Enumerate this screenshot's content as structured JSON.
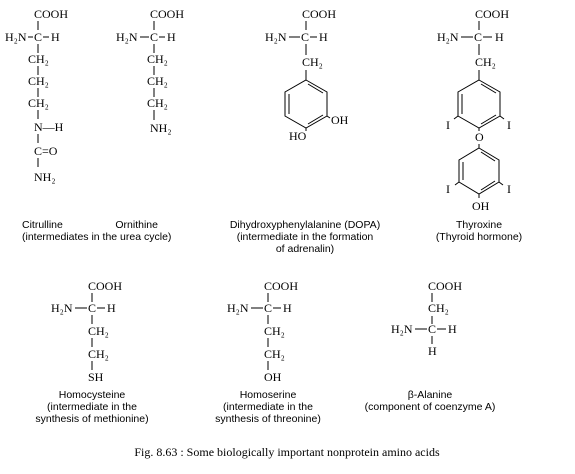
{
  "structures": {
    "citrulline": {
      "cooh": "COOH",
      "h2n": "H₂N",
      "c": "C",
      "h": "H",
      "ch2_a": "CH₂",
      "ch2_b": "CH₂",
      "ch2_c": "CH₂",
      "nh": "N—H",
      "co": "C=O",
      "nh2": "NH₂"
    },
    "ornithine": {
      "cooh": "COOH",
      "h2n": "H₂N",
      "c": "C",
      "h": "H",
      "ch2_a": "CH₂",
      "ch2_b": "CH₂",
      "ch2_c": "CH₂",
      "nh2": "NH₂"
    },
    "dopa": {
      "cooh": "COOH",
      "h2n": "H₂N",
      "c": "C",
      "h": "H",
      "ch2": "CH₂",
      "oh": "OH",
      "ho": "HO"
    },
    "thyroxine": {
      "cooh": "COOH",
      "h2n": "H₂N",
      "c": "C",
      "h": "H",
      "ch2": "CH₂",
      "i1": "I",
      "i2": "I",
      "o": "O",
      "i3": "I",
      "i4": "I",
      "oh": "OH"
    },
    "homocysteine": {
      "cooh": "COOH",
      "h2n": "H₂N",
      "c": "C",
      "h": "H",
      "ch2_a": "CH₂",
      "ch2_b": "CH₂",
      "sh": "SH"
    },
    "homoserine": {
      "cooh": "COOH",
      "h2n": "H₂N",
      "c": "C",
      "h": "H",
      "ch2_a": "CH₂",
      "ch2_b": "CH₂",
      "oh": "OH"
    },
    "beta_alanine": {
      "cooh": "COOH",
      "ch2": "CH₂",
      "h2n": "H₂N",
      "c": "C",
      "h_right": "H",
      "h_below": "H"
    }
  },
  "labels": {
    "citrulline_ornithine": {
      "line1": "Citrulline                  Ornithine",
      "line2": "(intermediates in the urea cycle)"
    },
    "dopa": {
      "line1": "Dihydroxyphenylalanine (DOPA)",
      "line2": "(intermediate in the formation",
      "line3": "of adrenalin)"
    },
    "thyroxine": {
      "line1": "Thyroxine",
      "line2": "(Thyroid hormone)"
    },
    "homocysteine": {
      "line1": "Homocysteine",
      "line2": "(intermediate in the",
      "line3": "synthesis of methionine)"
    },
    "homoserine": {
      "line1": "Homoserine",
      "line2": "(intermediate in the",
      "line3": "synthesis of threonine)"
    },
    "beta_alanine": {
      "line1": "β-Alanine",
      "line2": "(component of coenzyme A)"
    }
  },
  "caption": "Fig. 8.63 : Some biologically important nonprotein amino acids"
}
